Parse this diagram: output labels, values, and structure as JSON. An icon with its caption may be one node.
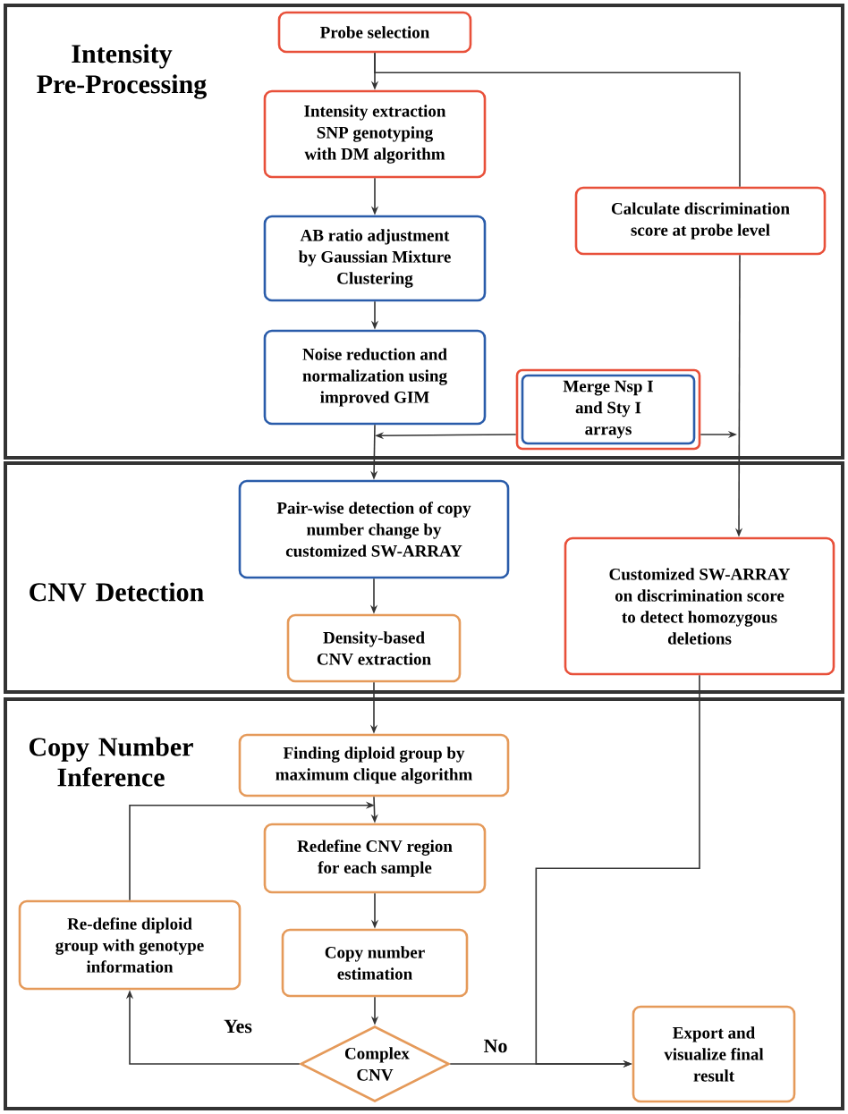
{
  "diagram": {
    "nodes": [
      {
        "text": [
          "Intensity Pre-Processing"
        ]
      },
      {
        "text": [
          "Probe selection"
        ],
        "in": 0
      },
      {
        "text": [
          "Intensity extraction SNP genotyping with DM algorithm"
        ],
        "in": 0
      },
      {
        "text": [
          "AB ratio adjustment by Gaussian Mixture Clustering"
        ],
        "in": 0
      },
      {
        "text": [
          "Noise reduction and normalization using improved GIM"
        ],
        "in": 0
      },
      {
        "text": [
          "Calculate discrimination score at probe level"
        ],
        "in": 0
      },
      {
        "text": [
          "Merge Nsp I and Sty I arrays"
        ],
        "in": 0
      },
      {
        "text": [
          "CNV Detection"
        ]
      },
      {
        "text": [
          "Pair-wise detection of copy number change by customized SW-ARRAY"
        ],
        "in": 7
      },
      {
        "text": [
          "Density-based CNV extraction"
        ],
        "in": 7
      },
      {
        "text": [
          "Customized SW-ARRAY on discrimination score to detect homozygous deletions"
        ],
        "in": 7
      },
      {
        "text": [
          "Copy Number Inference"
        ]
      },
      {
        "text": [
          "Finding diploid group by maximum clique algorithm"
        ],
        "in": 11
      },
      {
        "text": [
          "Redefine CNV region for each sample"
        ],
        "in": 11
      },
      {
        "text": [
          "Copy number estimation"
        ],
        "in": 11
      },
      {
        "text": [
          "Complex CNV"
        ],
        "in": 11
      },
      {
        "text": [
          "Re-define diploid group with genotype information"
        ],
        "in": 11
      },
      {
        "text": [
          "Export and visualize final result"
        ],
        "in": 11
      }
    ],
    "edges": [
      {
        "from": 1,
        "to": 2,
        "arrow": "to"
      },
      {
        "from": 1,
        "to": 5,
        "arrow": "none"
      },
      {
        "from": 2,
        "to": 3,
        "arrow": "to"
      },
      {
        "from": 3,
        "to": 4,
        "arrow": "to"
      },
      {
        "from": 5,
        "to": 10,
        "arrow": "to"
      },
      {
        "from": 6,
        "to": 4,
        "arrow": "to"
      },
      {
        "from": 6,
        "to": null,
        "arrow": "to"
      },
      {
        "from": 4,
        "to": 8,
        "arrow": "to"
      },
      {
        "from": 8,
        "to": 9,
        "arrow": "to"
      },
      {
        "from": 9,
        "to": 12,
        "arrow": "to"
      },
      {
        "from": 12,
        "to": 13,
        "arrow": "to"
      },
      {
        "from": 13,
        "to": 14,
        "arrow": "to"
      },
      {
        "from": 14,
        "to": 15,
        "arrow": "to"
      },
      {
        "from": 15,
        "to": 16,
        "label": "Yes",
        "arrow": "to"
      },
      {
        "from": 16,
        "to": 13,
        "arrow": "to"
      },
      {
        "from": 15,
        "to": 17,
        "label": "No",
        "arrow": "to"
      },
      {
        "from": 10,
        "to": 17,
        "arrow": "to"
      }
    ]
  }
}
